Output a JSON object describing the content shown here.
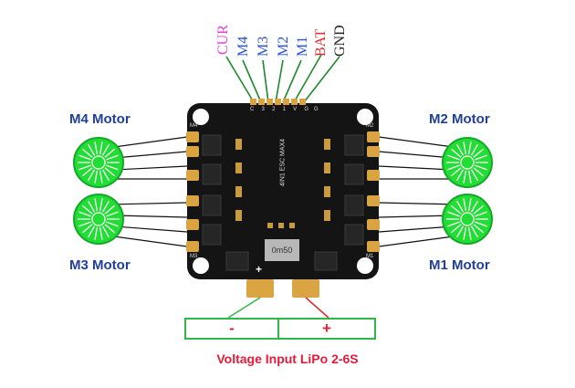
{
  "motors": {
    "m4": "M4 Motor",
    "m2": "M2 Motor",
    "m3": "M3 Motor",
    "m1": "M1 Motor"
  },
  "signal_pins": [
    {
      "label": "CUR",
      "color": "#e23fd8"
    },
    {
      "label": "M4",
      "color": "#2a55cc"
    },
    {
      "label": "M3",
      "color": "#2a55cc"
    },
    {
      "label": "M2",
      "color": "#2a55cc"
    },
    {
      "label": "M1",
      "color": "#2a55cc"
    },
    {
      "label": "BAT",
      "color": "#e02a2a"
    },
    {
      "label": "GND",
      "color": "#222222"
    }
  ],
  "board": {
    "name": "4IN1 ESC MAX4",
    "chip_marking": "0m50",
    "plus_mark": "+",
    "pad_marks": [
      "M4",
      "M2",
      "M3",
      "M1",
      "C",
      "3",
      "2",
      "1",
      "V",
      "G",
      "G"
    ]
  },
  "battery": {
    "negative": "-",
    "positive": "+",
    "caption": "Voltage Input LiPo 2-6S"
  },
  "colors": {
    "motor_label": "#1f3f9a",
    "motor_fill": "#22dd33",
    "motor_stroke": "#14a828",
    "box_stroke": "#2fb84a",
    "caption": "#e31b3a",
    "board": "#141414",
    "pad": "#d9a441"
  }
}
